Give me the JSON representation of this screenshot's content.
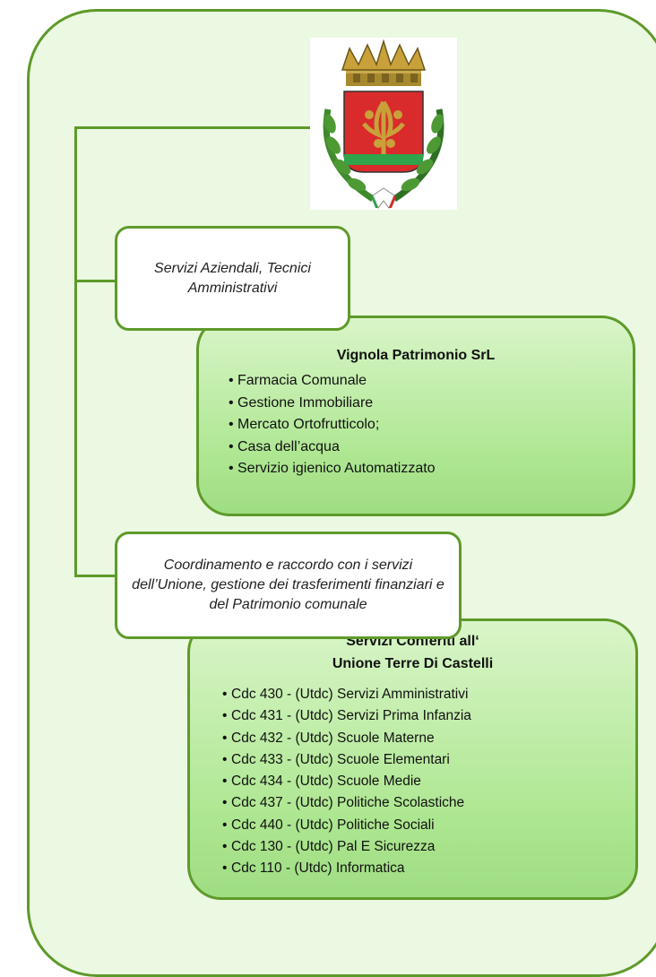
{
  "label_1": "Servizi Aziendali, Tecnici Amministrativi",
  "label_2": "Coordinamento e raccordo con i servizi dell’Unione, gestione dei trasferimenti finanziari e del Patrimonio comunale",
  "box_1": {
    "title": "Vignola Patrimonio SrL",
    "items": [
      "Farmacia Comunale",
      "Gestione Immobiliare",
      "Mercato Ortofrutticolo;",
      "Casa dell’acqua",
      "Servizio igienico Automatizzato"
    ]
  },
  "box_2": {
    "title_line_1": "Servizi Conferiti all‘",
    "title_line_2": "Unione Terre Di Castelli",
    "items": [
      "Cdc 430 - (Utdc) Servizi Amministrativi",
      "Cdc 431 - (Utdc) Servizi Prima Infanzia",
      "Cdc 432 - (Utdc) Scuole Materne",
      "Cdc 433 - (Utdc) Scuole Elementari",
      "Cdc 434 - (Utdc) Scuole Medie",
      "Cdc 437 - (Utdc) Politiche Scolastiche",
      "Cdc 440 - (Utdc) Politiche Sociali",
      "Cdc 130 - (Utdc) Pal E Sicurezza",
      "Cdc 110 - (Utdc) Informatica"
    ]
  },
  "colors": {
    "border": "#5e9a2a",
    "background": "#ebf8e2",
    "box_fill": "#aee792"
  },
  "icons": {
    "crest": "municipal-coat-of-arms-icon"
  }
}
